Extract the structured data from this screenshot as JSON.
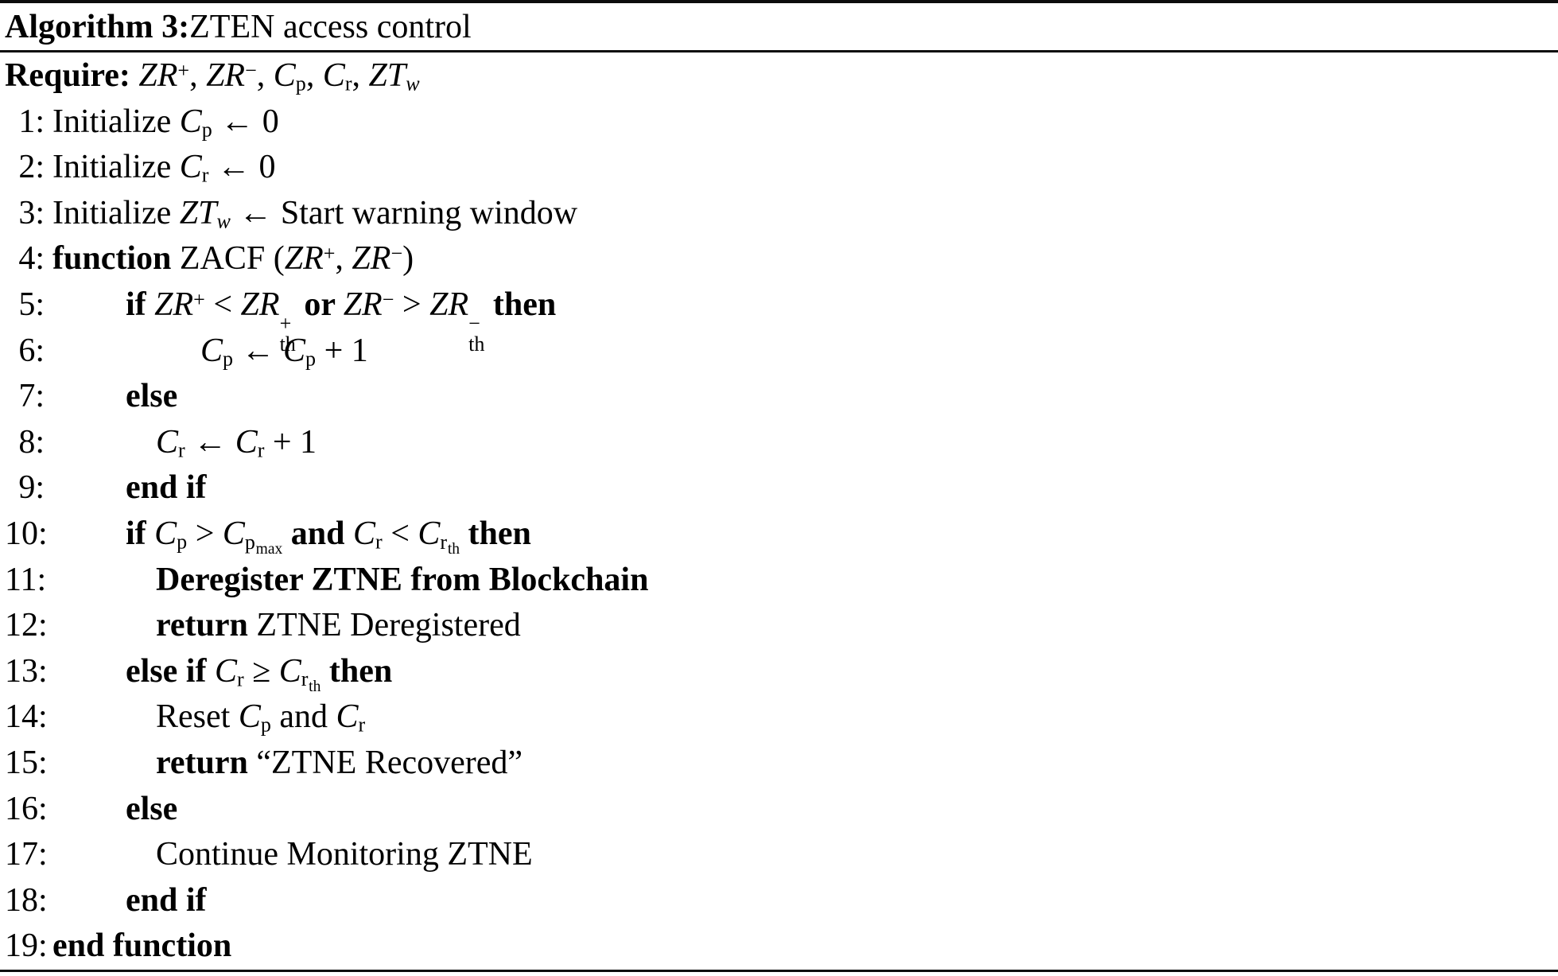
{
  "title": {
    "bold": "Algorithm 3:",
    "rest": " ZTEN access control"
  },
  "rule_color": "#0d0d0d",
  "require": {
    "label": "Require: ",
    "seg": [
      {
        "t": "ZR",
        "i": 1
      },
      {
        "sup": "+"
      },
      {
        "t": ", "
      },
      {
        "t": "ZR",
        "i": 1
      },
      {
        "sup": "−"
      },
      {
        "t": ", "
      },
      {
        "t": "C",
        "i": 1
      },
      {
        "sub": "p"
      },
      {
        "t": ", "
      },
      {
        "t": "C",
        "i": 1
      },
      {
        "sub": "r"
      },
      {
        "t": ", "
      },
      {
        "t": "ZT",
        "i": 1
      },
      {
        "sub": "w",
        "si": 1
      }
    ]
  },
  "lines": [
    {
      "n": "1",
      "ind": 0,
      "seg": [
        {
          "t": "Initialize "
        },
        {
          "t": "C",
          "i": 1
        },
        {
          "sub": "p"
        },
        {
          "t": " ← 0"
        }
      ]
    },
    {
      "n": "2",
      "ind": 0,
      "seg": [
        {
          "t": "Initialize "
        },
        {
          "t": "C",
          "i": 1
        },
        {
          "sub": "r"
        },
        {
          "t": " ← 0"
        }
      ]
    },
    {
      "n": "3",
      "ind": 0,
      "seg": [
        {
          "t": "Initialize "
        },
        {
          "t": "ZT",
          "i": 1
        },
        {
          "sub": "w",
          "si": 1
        },
        {
          "t": " ← Start warning window"
        }
      ]
    },
    {
      "n": "4",
      "ind": 0,
      "seg": [
        {
          "t": "function ",
          "b": 1
        },
        {
          "t": "ZACF ("
        },
        {
          "t": "ZR",
          "i": 1
        },
        {
          "sup": "+"
        },
        {
          "t": ", "
        },
        {
          "t": "ZR",
          "i": 1
        },
        {
          "sup": "−"
        },
        {
          "t": ")"
        }
      ]
    },
    {
      "n": "5",
      "ind": 1,
      "seg": [
        {
          "t": "if ",
          "b": 1
        },
        {
          "t": "ZR",
          "i": 1
        },
        {
          "sup": "+"
        },
        {
          "t": " < "
        },
        {
          "t": "ZR",
          "i": 1
        },
        {
          "stk": [
            "+",
            "th"
          ]
        },
        {
          "t": " "
        },
        {
          "t": "or ",
          "b": 1
        },
        {
          "t": "ZR",
          "i": 1
        },
        {
          "sup": "−"
        },
        {
          "t": " > "
        },
        {
          "t": "ZR",
          "i": 1
        },
        {
          "stk": [
            "−",
            "th"
          ]
        },
        {
          "t": " "
        },
        {
          "t": "then",
          "b": 1
        }
      ]
    },
    {
      "n": "6",
      "ind": 3,
      "seg": [
        {
          "t": "C",
          "i": 1
        },
        {
          "sub": "p"
        },
        {
          "t": " ← "
        },
        {
          "t": "C",
          "i": 1
        },
        {
          "sub": "p"
        },
        {
          "t": " + 1"
        }
      ]
    },
    {
      "n": "7",
      "ind": 1,
      "seg": [
        {
          "t": "else",
          "b": 1
        }
      ]
    },
    {
      "n": "8",
      "ind": 2,
      "seg": [
        {
          "t": "C",
          "i": 1
        },
        {
          "sub": "r"
        },
        {
          "t": " ← "
        },
        {
          "t": "C",
          "i": 1
        },
        {
          "sub": "r"
        },
        {
          "t": " + 1"
        }
      ]
    },
    {
      "n": "9",
      "ind": 1,
      "seg": [
        {
          "t": "end if",
          "b": 1
        }
      ]
    },
    {
      "n": "10",
      "ind": 1,
      "seg": [
        {
          "t": "if ",
          "b": 1
        },
        {
          "t": "C",
          "i": 1
        },
        {
          "sub": "p"
        },
        {
          "t": " > "
        },
        {
          "t": "C",
          "i": 1
        },
        {
          "sub": "p",
          "ss": "max"
        },
        {
          "t": " "
        },
        {
          "t": "and ",
          "b": 1
        },
        {
          "t": " "
        },
        {
          "t": "C",
          "i": 1
        },
        {
          "sub": "r"
        },
        {
          "t": " < "
        },
        {
          "t": "C",
          "i": 1
        },
        {
          "sub": "r",
          "ss": "th"
        },
        {
          "t": " "
        },
        {
          "t": "then",
          "b": 1
        }
      ]
    },
    {
      "n": "11",
      "ind": 2,
      "seg": [
        {
          "t": "Deregister ZTNE from Blockchain",
          "b": 1
        }
      ]
    },
    {
      "n": "12",
      "ind": 2,
      "seg": [
        {
          "t": "return ",
          "b": 1
        },
        {
          "t": "ZTNE Deregistered"
        }
      ]
    },
    {
      "n": "13",
      "ind": 1,
      "seg": [
        {
          "t": "else if ",
          "b": 1
        },
        {
          "t": "C",
          "i": 1
        },
        {
          "sub": "r"
        },
        {
          "t": " ≥ "
        },
        {
          "t": "C",
          "i": 1
        },
        {
          "sub": "r",
          "ss": "th"
        },
        {
          "t": " "
        },
        {
          "t": "then",
          "b": 1
        }
      ]
    },
    {
      "n": "14",
      "ind": 2,
      "seg": [
        {
          "t": "Reset "
        },
        {
          "t": "C",
          "i": 1
        },
        {
          "sub": "p"
        },
        {
          "t": " and "
        },
        {
          "t": "C",
          "i": 1
        },
        {
          "sub": "r"
        }
      ]
    },
    {
      "n": "15",
      "ind": 2,
      "seg": [
        {
          "t": "return ",
          "b": 1
        },
        {
          "t": "“ZTNE Recovered”"
        }
      ]
    },
    {
      "n": "16",
      "ind": 1,
      "seg": [
        {
          "t": "else",
          "b": 1
        }
      ]
    },
    {
      "n": "17",
      "ind": 2,
      "seg": [
        {
          "t": "Continue Monitoring ZTNE"
        }
      ]
    },
    {
      "n": "18",
      "ind": 1,
      "seg": [
        {
          "t": "end if",
          "b": 1
        }
      ]
    },
    {
      "n": "19",
      "ind": 0,
      "seg": [
        {
          "t": "end function",
          "b": 1
        }
      ]
    }
  ]
}
